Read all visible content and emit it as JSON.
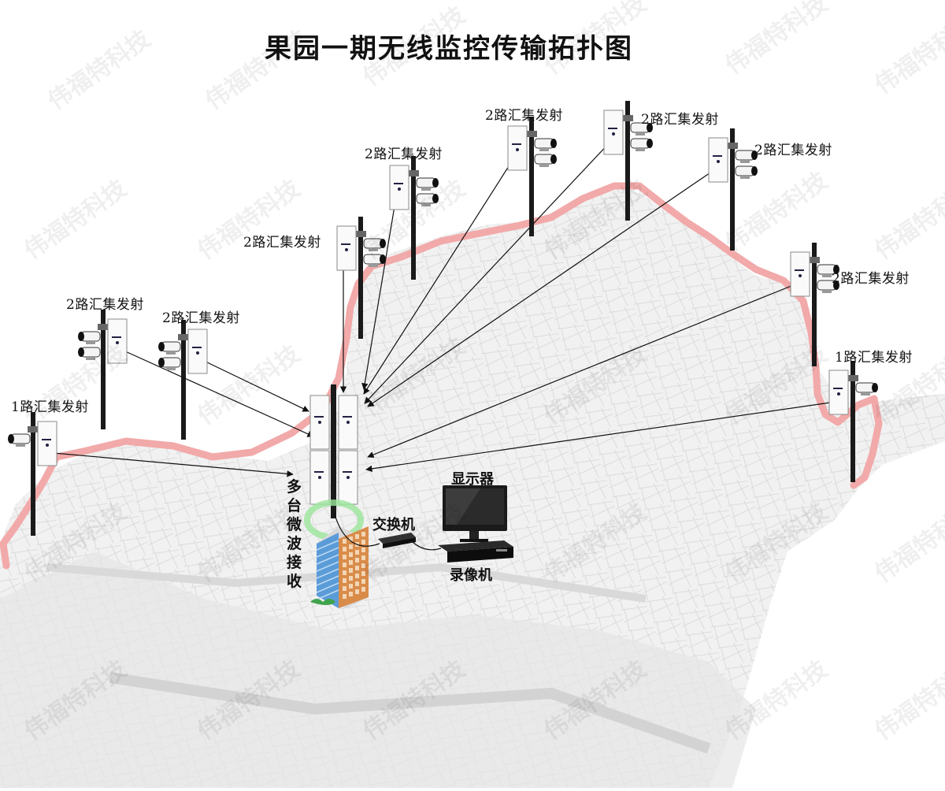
{
  "title": "果园一期无线监控传输拓扑图",
  "watermark": "伟福特科技",
  "colors": {
    "ridge": "#f2a0a0",
    "link": "#111111",
    "pole": "#1a1a1a",
    "building": "#d98c4a",
    "grass": "#3fa34d"
  },
  "stations": [
    {
      "label": "1路汇集发射",
      "cameras": 1
    },
    {
      "label": "2路汇集发射",
      "cameras": 2
    },
    {
      "label": "2路汇集发射",
      "cameras": 2
    },
    {
      "label": "2路汇集发射",
      "cameras": 2
    },
    {
      "label": "2路汇集发射",
      "cameras": 2
    },
    {
      "label": "2路汇集发射",
      "cameras": 2
    },
    {
      "label": "2路汇集发射",
      "cameras": 2
    },
    {
      "label": "2路汇集发射",
      "cameras": 2
    },
    {
      "label": "2路汇集发射",
      "cameras": 2
    },
    {
      "label": "1路汇集发射",
      "cameras": 1
    }
  ],
  "receiver_label": "多台微波接收",
  "devices": {
    "monitor": "显示器",
    "switch": "交换机",
    "recorder": "录像机"
  }
}
